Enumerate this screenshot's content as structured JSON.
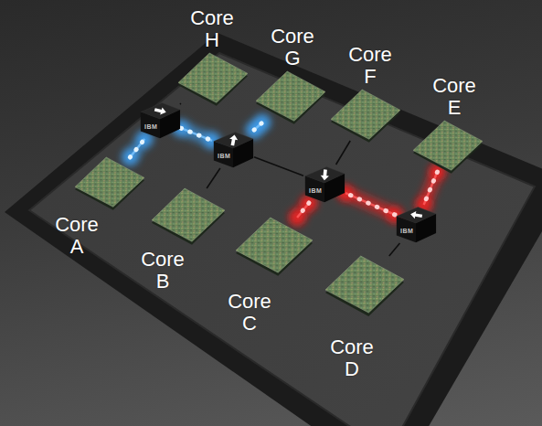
{
  "diagram": {
    "nodes": [
      {
        "text": [
          "Core H"
        ]
      },
      {
        "text": [
          "Core G"
        ]
      },
      {
        "text": [
          "Core F"
        ]
      },
      {
        "text": [
          "Core E"
        ]
      },
      {
        "text": [
          "IBM"
        ]
      },
      {
        "text": [
          "IBM"
        ]
      },
      {
        "text": [
          "IBM"
        ]
      },
      {
        "text": [
          "IBM"
        ]
      },
      {
        "text": [
          "Core A"
        ]
      },
      {
        "text": [
          "Core B"
        ]
      },
      {
        "text": [
          "Core C"
        ]
      },
      {
        "text": [
          "Core D"
        ]
      }
    ],
    "edges": [
      {
        "from": 8,
        "to": 4,
        "arrow": "none"
      },
      {
        "from": 4,
        "to": 5,
        "arrow": "none"
      },
      {
        "from": 5,
        "to": 1,
        "arrow": "none"
      },
      {
        "from": 3,
        "to": 7,
        "arrow": "none"
      },
      {
        "from": 7,
        "to": 6,
        "arrow": "none"
      },
      {
        "from": 6,
        "to": 10,
        "arrow": "none"
      },
      {
        "from": 0,
        "to": 4,
        "arrow": "none"
      },
      {
        "from": 9,
        "to": 5,
        "arrow": "none"
      },
      {
        "from": 5,
        "to": 6,
        "arrow": "none"
      },
      {
        "from": 2,
        "to": 6,
        "arrow": "none"
      },
      {
        "from": 11,
        "to": 7,
        "arrow": "none"
      }
    ]
  }
}
